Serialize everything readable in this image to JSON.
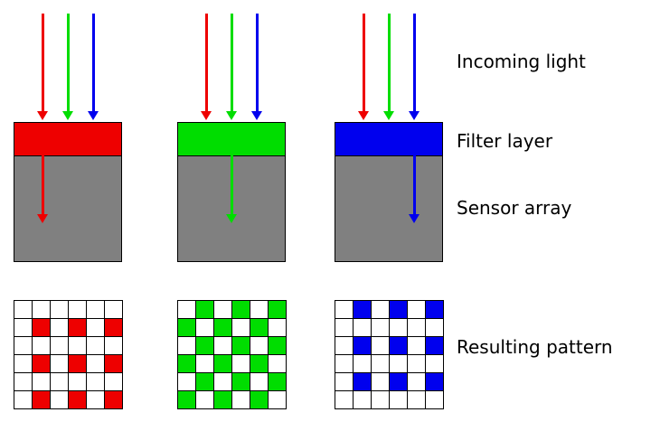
{
  "labels": {
    "incoming_light": "Incoming light",
    "filter_layer": "Filter layer",
    "sensor_array": "Sensor array",
    "resulting_pattern": "Resulting pattern"
  },
  "colors": {
    "red": "#ee0000",
    "green": "#00dd00",
    "blue": "#0000ee",
    "sensor_gray": "#808080",
    "white": "#ffffff",
    "outline": "#000000"
  },
  "pattern_legend": {
    "R": "red",
    "G": "green",
    "B": "blue",
    ".": "white"
  },
  "columns": [
    {
      "name": "red",
      "filter": "red",
      "incoming_light": [
        "red",
        "green",
        "blue"
      ],
      "transmitted": "red",
      "pattern": [
        "......",
        ".R.R.R",
        "......",
        ".R.R.R",
        "......",
        ".R.R.R"
      ]
    },
    {
      "name": "green",
      "filter": "green",
      "incoming_light": [
        "red",
        "green",
        "blue"
      ],
      "transmitted": "green",
      "pattern": [
        ".G.G.G",
        "G.G.G.",
        ".G.G.G",
        "G.G.G.",
        ".G.G.G",
        "G.G.G."
      ]
    },
    {
      "name": "blue",
      "filter": "blue",
      "incoming_light": [
        "red",
        "green",
        "blue"
      ],
      "transmitted": "blue",
      "pattern": [
        ".B.B.B",
        "......",
        ".B.B.B",
        "......",
        ".B.B.B",
        "......"
      ]
    }
  ]
}
